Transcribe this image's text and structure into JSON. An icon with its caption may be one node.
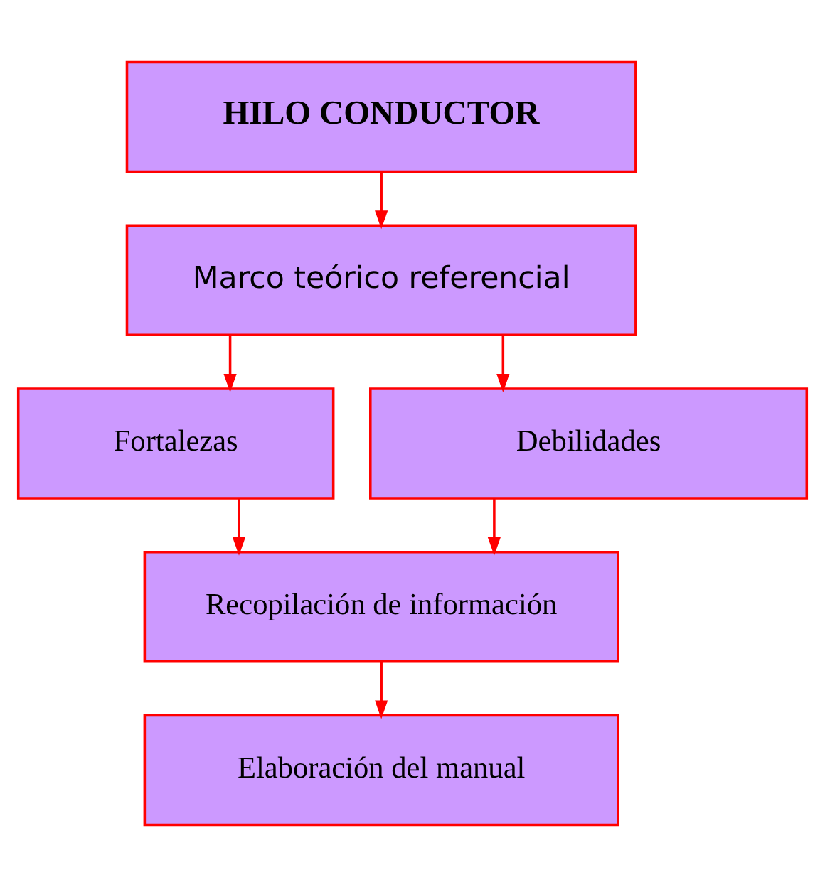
{
  "diagram": {
    "nodes": [
      {
        "text": [
          "HILO CONDUCTOR"
        ]
      },
      {
        "text": [
          "Marco teórico referencial"
        ]
      },
      {
        "text": [
          "Fortalezas"
        ]
      },
      {
        "text": [
          "Debilidades"
        ]
      },
      {
        "text": [
          "Recopilación de información"
        ]
      },
      {
        "text": [
          "Elaboración del manual"
        ]
      }
    ],
    "edges": [
      {
        "from": 0,
        "to": 1,
        "arrow": "to"
      },
      {
        "from": 1,
        "to": 2,
        "arrow": "to"
      },
      {
        "from": 1,
        "to": 3,
        "arrow": "to"
      },
      {
        "from": 2,
        "to": 4,
        "arrow": "to"
      },
      {
        "from": 3,
        "to": 4,
        "arrow": "to"
      },
      {
        "from": 4,
        "to": 5,
        "arrow": "to"
      }
    ]
  }
}
